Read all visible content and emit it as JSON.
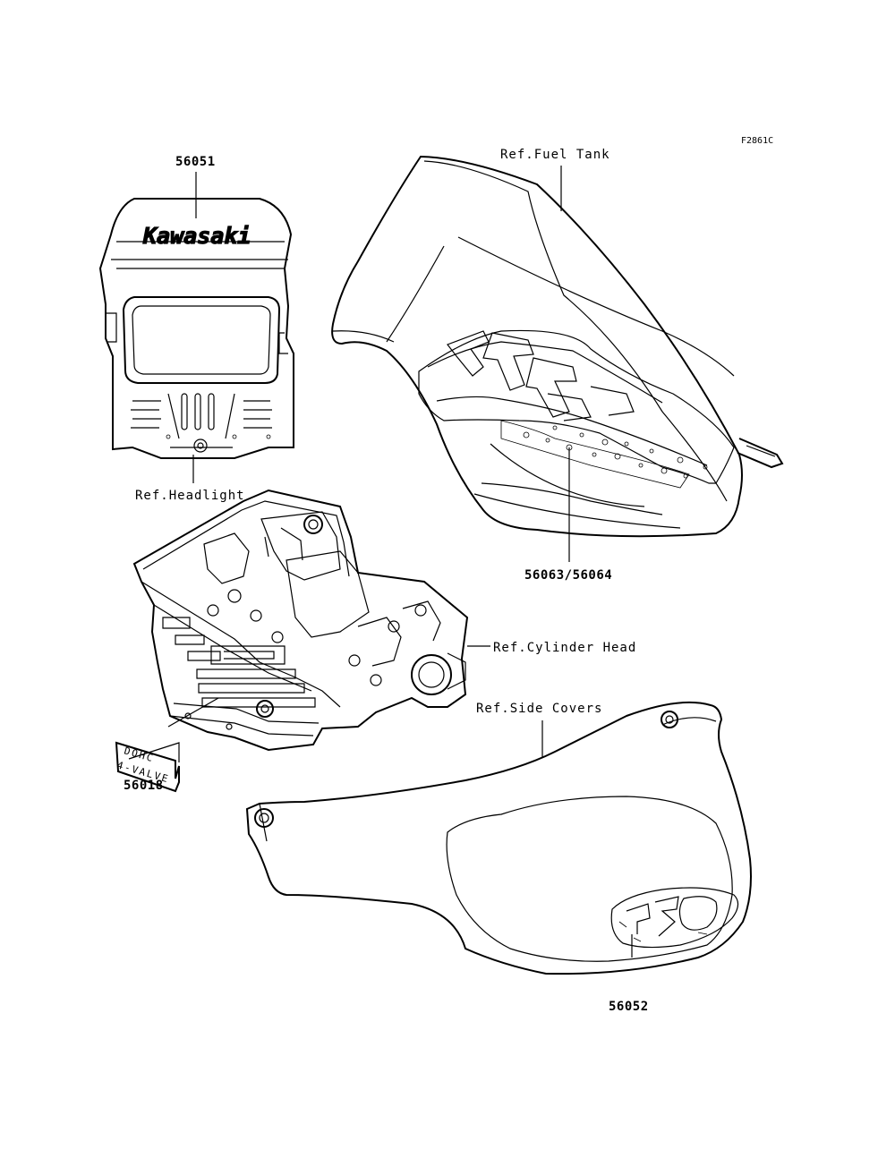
{
  "figure_id": "F2861C",
  "callouts": {
    "fuel_tank": "Ref.Fuel Tank",
    "headlight": "Ref.Headlight",
    "cylinder_head": "Ref.Cylinder Head",
    "side_covers": "Ref.Side Covers"
  },
  "parts": {
    "headlight_decal": "56051",
    "tank_decal": "56063/56064",
    "head_decal": "56018",
    "side_cover_decal": "56052"
  },
  "decal_text": {
    "brand": "Kawasaki",
    "engine_line1": "DOHC",
    "engine_line2": "4-VALVE"
  }
}
